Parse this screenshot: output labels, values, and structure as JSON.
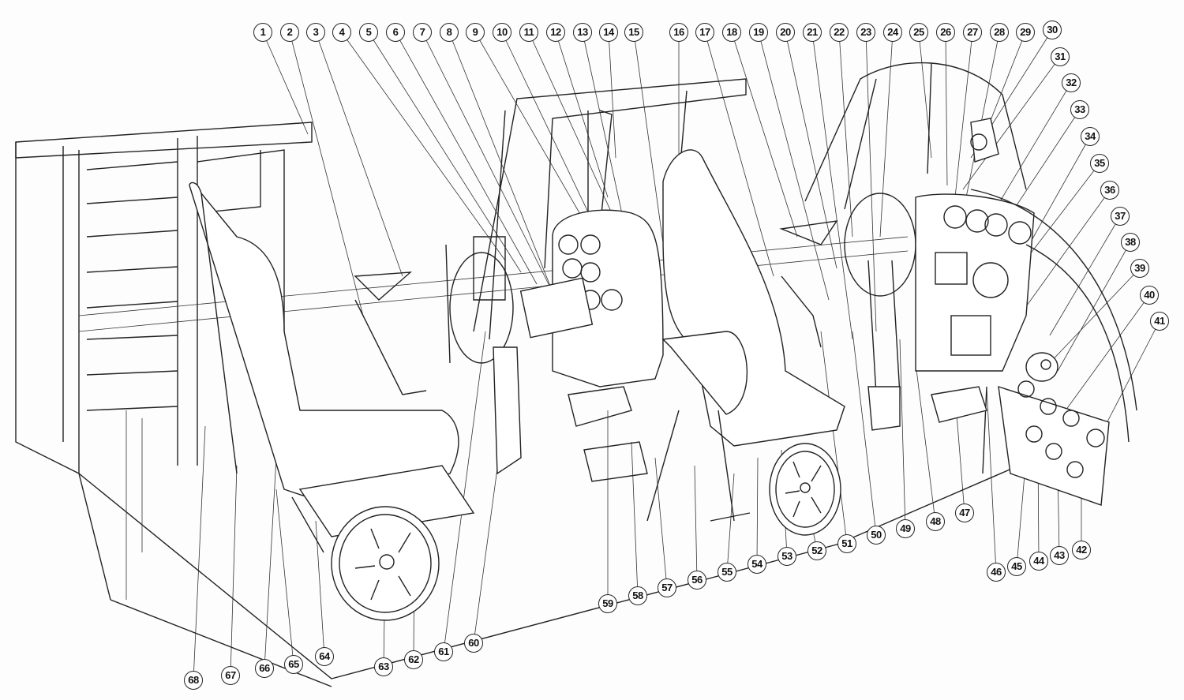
{
  "diagram": {
    "callouts": [
      "1",
      "2",
      "3",
      "4",
      "5",
      "6",
      "7",
      "8",
      "9",
      "10",
      "11",
      "12",
      "13",
      "14",
      "15",
      "16",
      "17",
      "18",
      "19",
      "20",
      "21",
      "22",
      "23",
      "24",
      "25",
      "26",
      "27",
      "28",
      "29",
      "30",
      "31",
      "32",
      "33",
      "34",
      "35",
      "36",
      "37",
      "38",
      "39",
      "40",
      "41",
      "42",
      "43",
      "44",
      "45",
      "46",
      "47",
      "48",
      "49",
      "50",
      "51",
      "52",
      "53",
      "54",
      "55",
      "56",
      "57",
      "58",
      "59",
      "60",
      "61",
      "62",
      "63",
      "64",
      "65",
      "66",
      "67",
      "68"
    ]
  }
}
